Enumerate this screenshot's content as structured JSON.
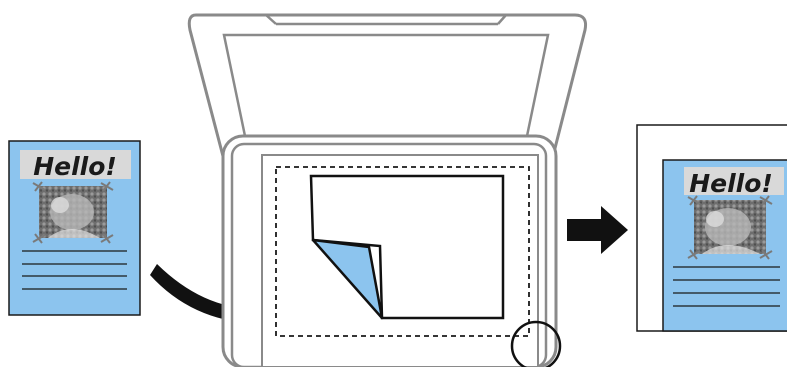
{
  "original_document": {
    "heading": "Hello!",
    "paper_color": "#8cc4ee",
    "heading_band_color": "#d9d9d9"
  },
  "scanner": {
    "body_color": "#ffffff",
    "outline_color": "#8a8a8a"
  },
  "placed_document": {
    "paper_color": "#ffffff",
    "fold_color": "#8cc4ee"
  },
  "output_document": {
    "heading": "Hello!",
    "paper_color": "#8cc4ee",
    "heading_band_color": "#d9d9d9",
    "sheet_color": "#ffffff"
  },
  "icons": {
    "curved_arrow": "curved-arrow-icon",
    "right_arrow": "right-arrow-icon",
    "corner_marker": "corner-highlight-circle"
  }
}
